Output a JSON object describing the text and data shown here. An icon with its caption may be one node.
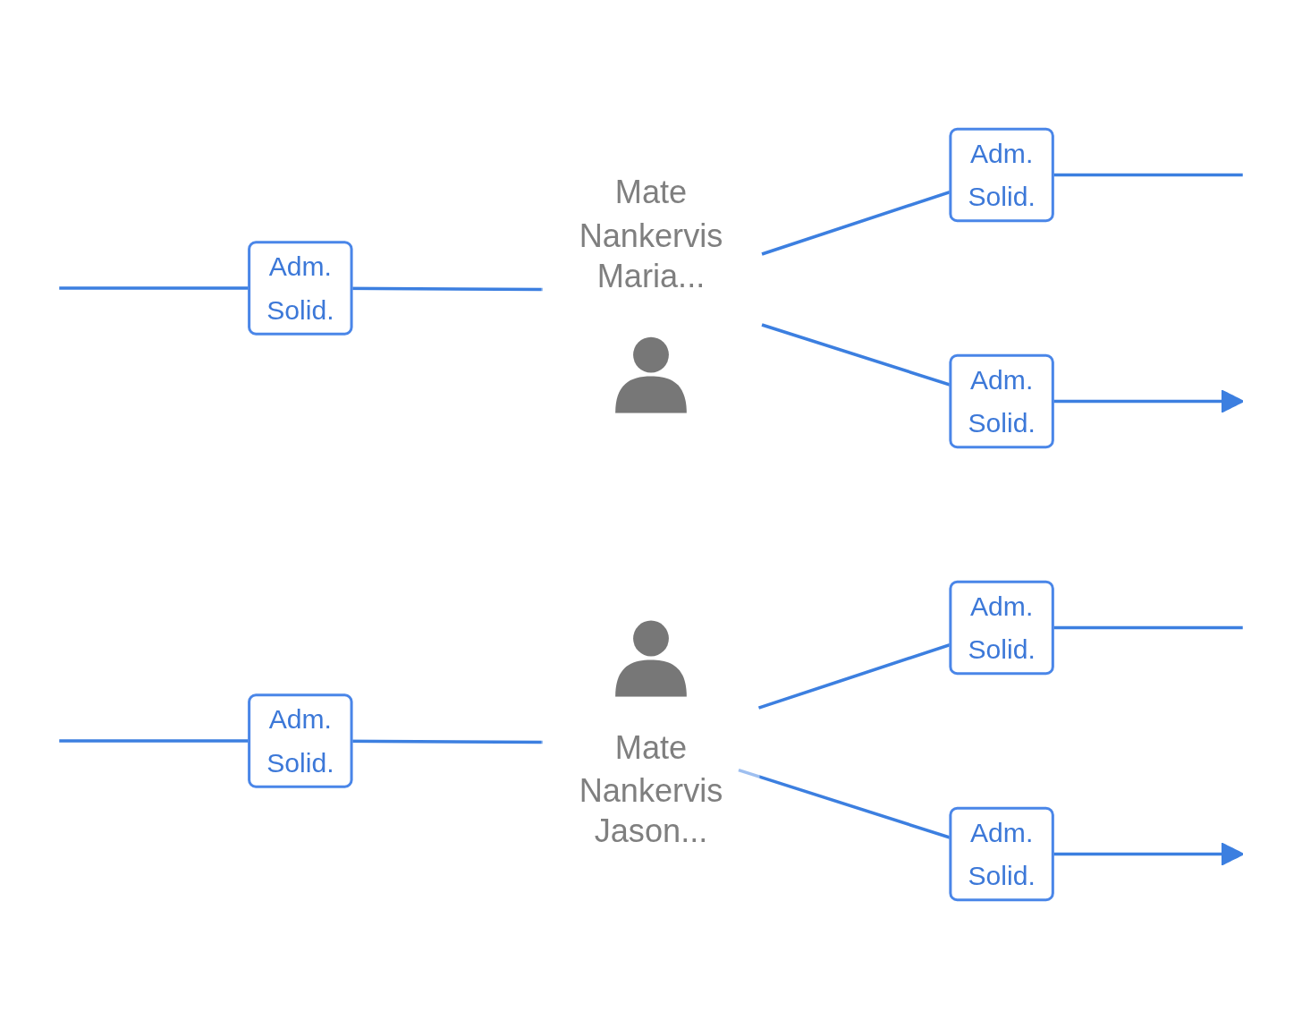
{
  "diagram": {
    "nodes": [
      {
        "text": [
          "Mate Nankervis Maria..."
        ]
      },
      {
        "text": [
          "Mate Nankervis Jason..."
        ]
      }
    ],
    "edges": [
      {
        "from": null,
        "to": 0,
        "arrow": "none",
        "label": "Adm. Solid."
      },
      {
        "from": 0,
        "to": null,
        "arrow": "none",
        "label": "Adm. Solid."
      },
      {
        "from": 0,
        "to": null,
        "arrow": "to",
        "label": "Adm. Solid."
      },
      {
        "from": null,
        "to": 1,
        "arrow": "none",
        "label": "Adm. Solid."
      },
      {
        "from": 1,
        "to": null,
        "arrow": "none",
        "label": "Adm. Solid."
      },
      {
        "from": 1,
        "to": null,
        "arrow": "to",
        "label": "Adm. Solid."
      }
    ]
  }
}
